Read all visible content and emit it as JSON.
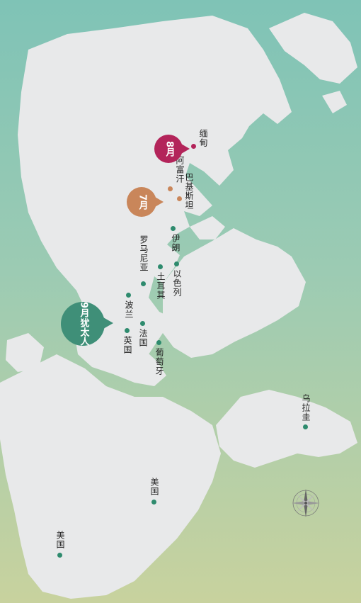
{
  "colors": {
    "ocean_top": "#7fc3b6",
    "ocean_bottom": "#c8d29e",
    "land": "#e8e9ea",
    "dot": "#2e8b6e",
    "pin_september": "#3f8f78",
    "pin_july": "#c9865a",
    "pin_august": "#b3245a"
  },
  "places": [
    {
      "key": "burma",
      "label": "缅甸",
      "dot_color": "#b3245a"
    },
    {
      "key": "afghanistan",
      "label": "阿富汗",
      "dot_color": "#c9865a"
    },
    {
      "key": "pakistan",
      "label": "巴基斯坦",
      "dot_color": "#c9865a"
    },
    {
      "key": "iran",
      "label": "伊朗",
      "dot_color": "#2e8b6e"
    },
    {
      "key": "romania",
      "label": "罗马尼亚",
      "dot_color": "#2e8b6e"
    },
    {
      "key": "turkey",
      "label": "土耳其",
      "dot_color": "#2e8b6e"
    },
    {
      "key": "israel",
      "label": "以色列",
      "dot_color": "#2e8b6e"
    },
    {
      "key": "poland",
      "label": "波兰",
      "dot_color": "#2e8b6e"
    },
    {
      "key": "uk",
      "label": "英国",
      "dot_color": "#2e8b6e"
    },
    {
      "key": "france",
      "label": "法国",
      "dot_color": "#2e8b6e"
    },
    {
      "key": "portugal",
      "label": "葡萄牙",
      "dot_color": "#2e8b6e"
    },
    {
      "key": "uruguay",
      "label": "乌拉圭",
      "dot_color": "#2e8b6e"
    },
    {
      "key": "usa_east",
      "label": "美国",
      "dot_color": "#2e8b6e"
    },
    {
      "key": "usa_west",
      "label": "美国",
      "dot_color": "#2e8b6e"
    }
  ],
  "pins": [
    {
      "key": "september",
      "month": "9月",
      "sub": "犹太人"
    },
    {
      "key": "july",
      "month": "7月",
      "sub": ""
    },
    {
      "key": "august",
      "month": "8月",
      "sub": ""
    }
  ],
  "compass_icon": "compass-rose-icon"
}
